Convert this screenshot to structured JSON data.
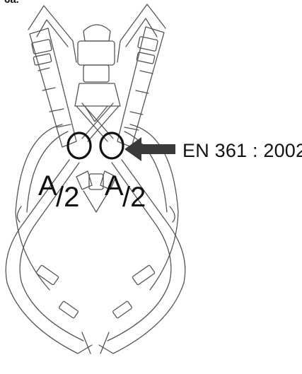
{
  "figure": {
    "label": "6a."
  },
  "callout": {
    "standard": "EN 361 : 2002",
    "arrow_icon": "arrow-left-icon"
  },
  "anchor_points": [
    {
      "letter": "A",
      "fraction": "/2"
    },
    {
      "letter": "A",
      "fraction": "/2"
    }
  ],
  "colors": {
    "line": "#555555",
    "ink": "#111111",
    "arrow": "#3a3a3a",
    "background": "#ffffff"
  }
}
